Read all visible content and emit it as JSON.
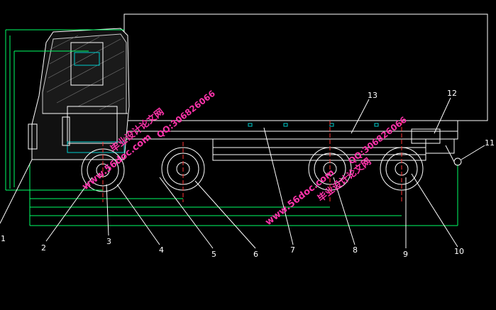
{
  "callouts": [
    "1",
    "2",
    "3",
    "4",
    "5",
    "6",
    "7",
    "8",
    "9",
    "10",
    "11",
    "12",
    "13"
  ],
  "watermarks": {
    "site": "www.56doc.com",
    "qq": "QQ:306826066",
    "name": "毕业设计论文网"
  },
  "colors": {
    "background": "#000000",
    "outline": "#ffffff",
    "frame": "#00ff66",
    "glass": "#00cccc",
    "dash": "#ff3333",
    "watermark": "#ff33aa"
  }
}
